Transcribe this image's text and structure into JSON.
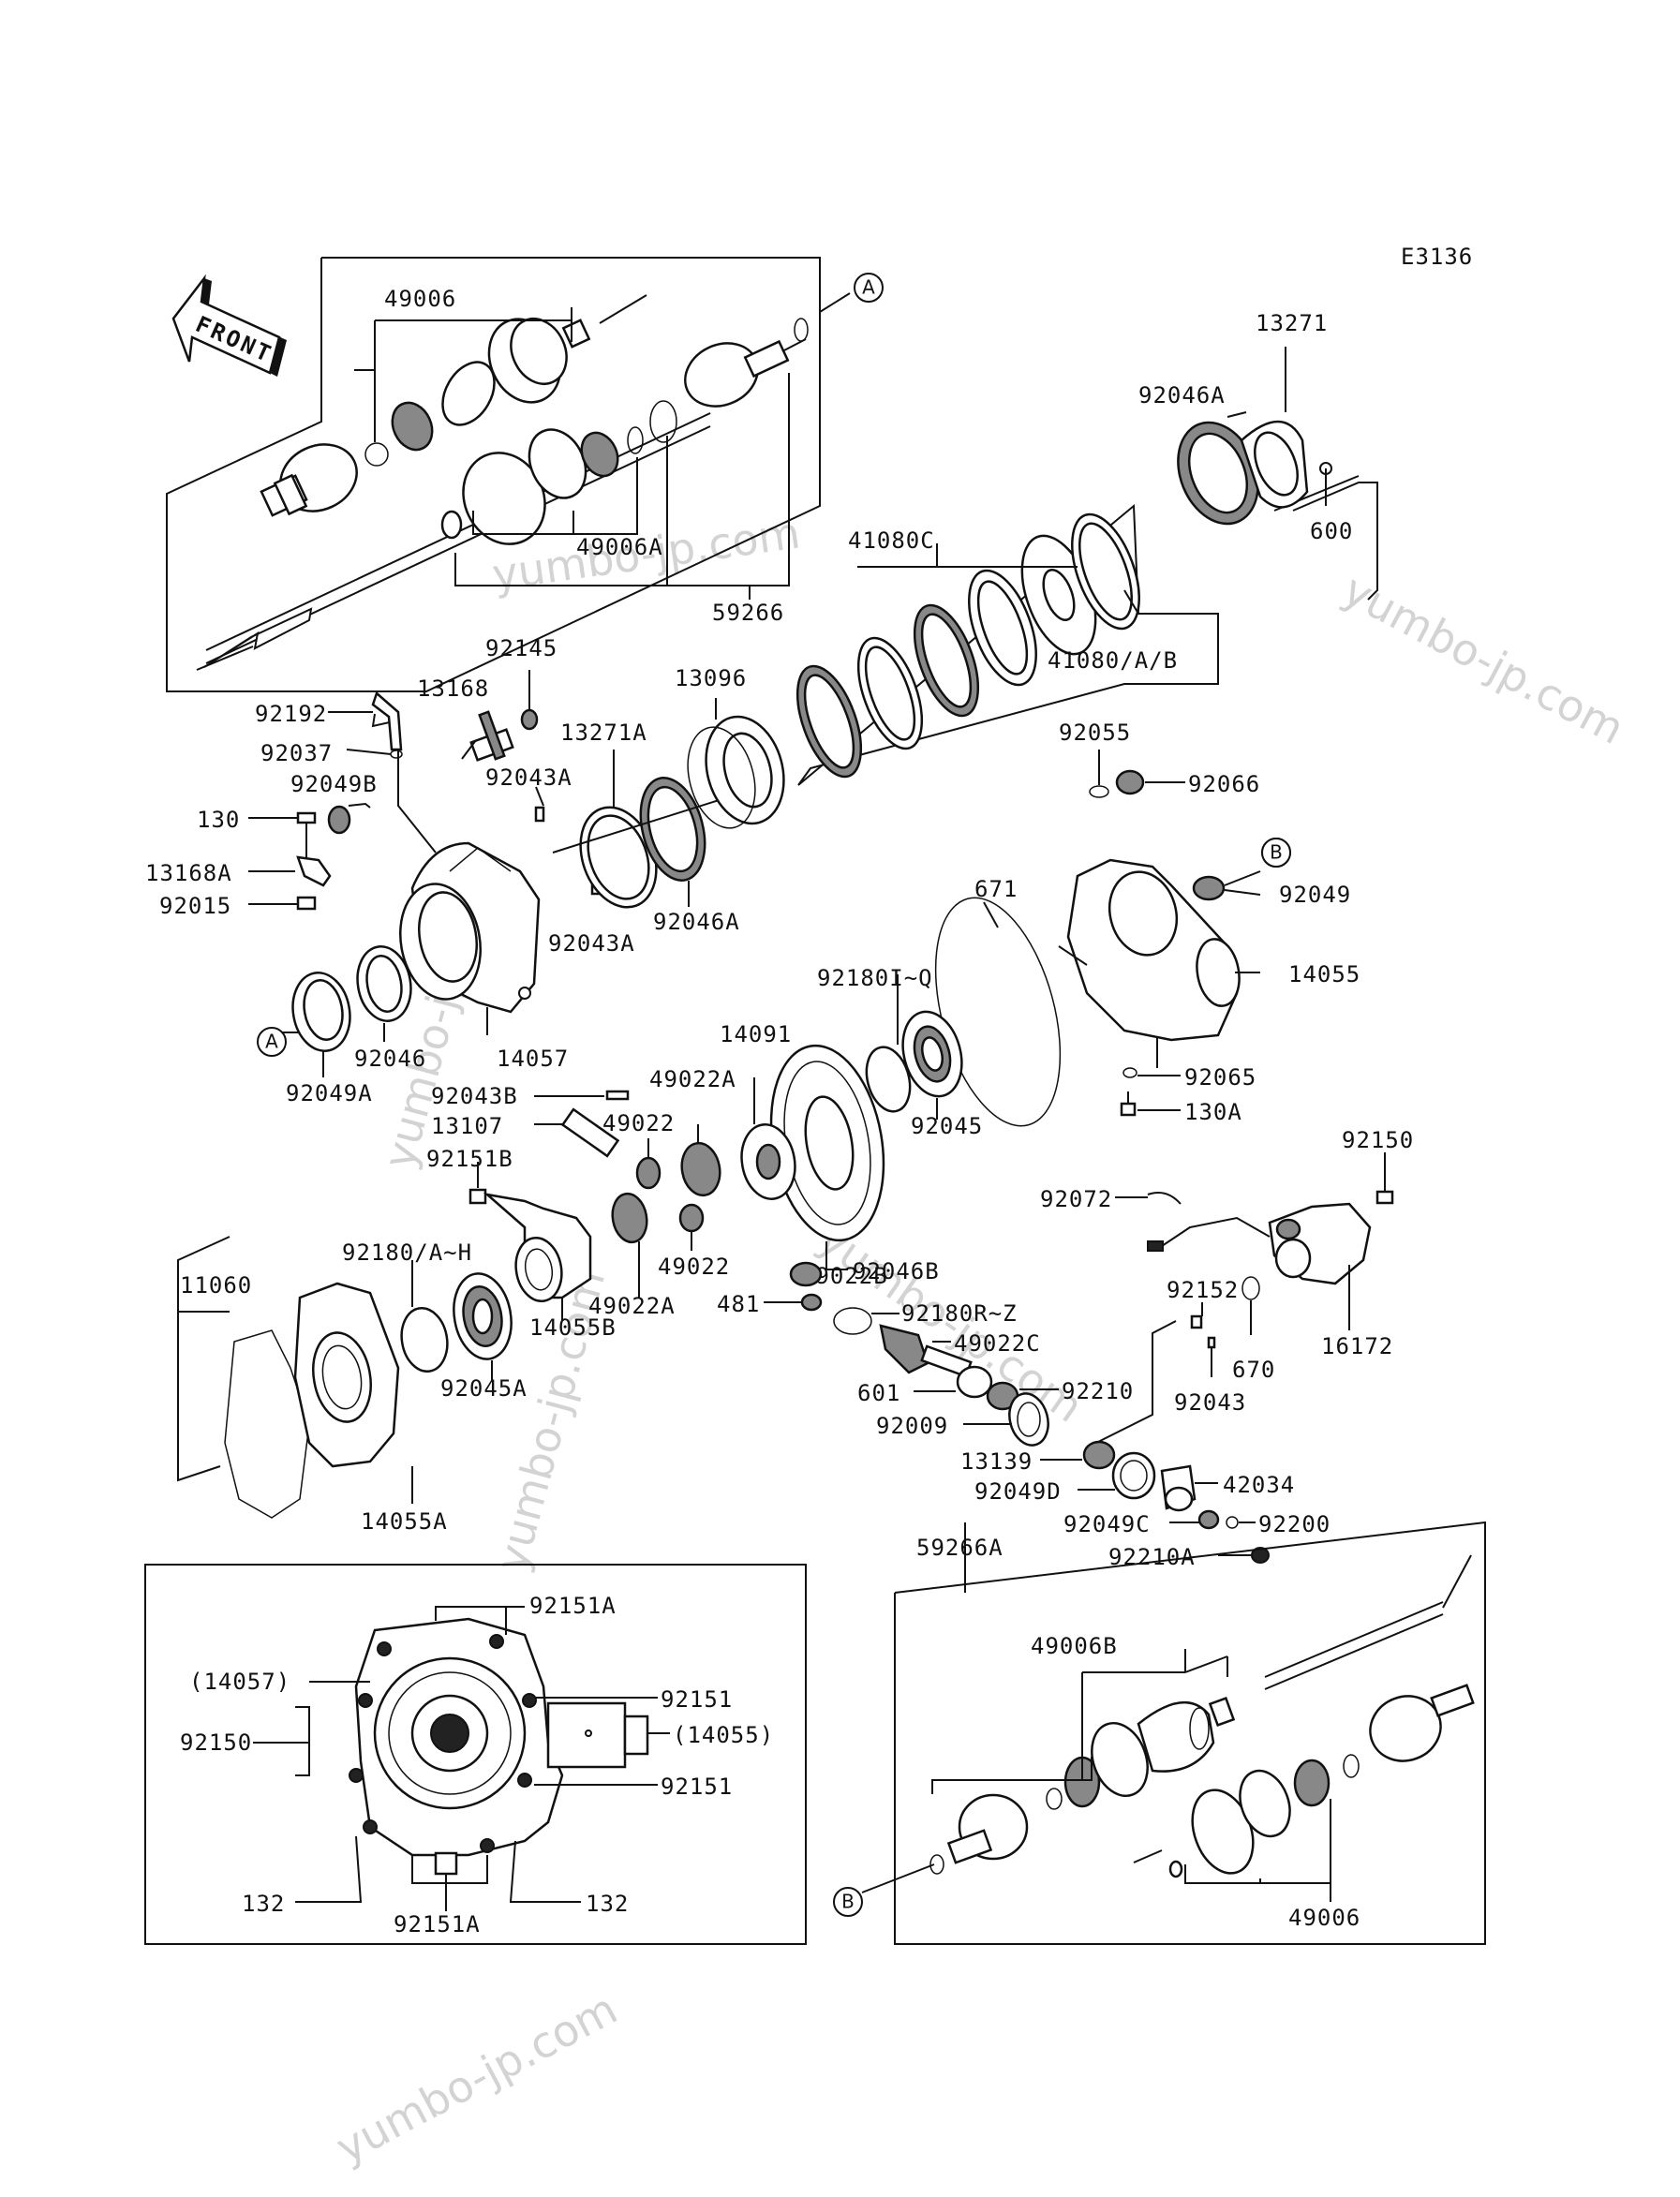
{
  "diagram_code": "E3136",
  "front_label": "FRONT",
  "watermark": "yumbo-jp.com",
  "callouts": {
    "a": "A",
    "b": "B"
  },
  "labels": {
    "p49006_top": "49006",
    "p49006A": "49006A",
    "p59266": "59266",
    "p13271": "13271",
    "p92046A_top": "92046A",
    "p600": "600",
    "p41080C": "41080C",
    "p41080AB": "41080/A/B",
    "p92145": "92145",
    "p13096": "13096",
    "p92192": "92192",
    "p13168": "13168",
    "p92037": "92037",
    "p13271A": "13271A",
    "p92049B": "92049B",
    "p92043A_1": "92043A",
    "p130": "130",
    "p13168A": "13168A",
    "p92015": "92015",
    "p92046A_mid": "92046A",
    "p92043A_2": "92043A",
    "p92046": "92046",
    "p92049A": "92049A",
    "p14057": "14057",
    "p92055": "92055",
    "p92066": "92066",
    "p92049": "92049",
    "p671": "671",
    "p14055": "14055",
    "p92065": "92065",
    "p130A": "130A",
    "p14091": "14091",
    "p92180IQ": "92180I~Q",
    "p92043B": "92043B",
    "p49022A_top": "49022A",
    "p13107": "13107",
    "p49022_top": "49022",
    "p92045": "92045",
    "p92151B": "92151B",
    "p49022B": "49022B",
    "p92150_r": "92150",
    "p92072": "92072",
    "p92180AH": "92180/A~H",
    "p49022_mid": "49022",
    "p92046B": "92046B",
    "p11060": "11060",
    "p49022A_mid": "49022A",
    "p481": "481",
    "p92180RZ": "92180R~Z",
    "p92152": "92152",
    "p14055B": "14055B",
    "p49022C": "49022C",
    "p16172": "16172",
    "p92045A": "92045A",
    "p670": "670",
    "p92210": "92210",
    "p601": "601",
    "p92043": "92043",
    "p92009": "92009",
    "p14055A": "14055A",
    "p13139": "13139",
    "p92049D": "92049D",
    "p42034": "42034",
    "p92049C": "92049C",
    "p92200": "92200",
    "p92210A": "92210A",
    "p59266A": "59266A",
    "p92151A_top": "92151A",
    "p14057_ref": "(14057)",
    "p92151_1": "92151",
    "p92150_l": "92150",
    "p14055_ref": "(14055)",
    "p92151_2": "92151",
    "p132_l": "132",
    "p132_r": "132",
    "p92151A_bot": "92151A",
    "p49006B": "49006B",
    "p49006_bot": "49006"
  }
}
